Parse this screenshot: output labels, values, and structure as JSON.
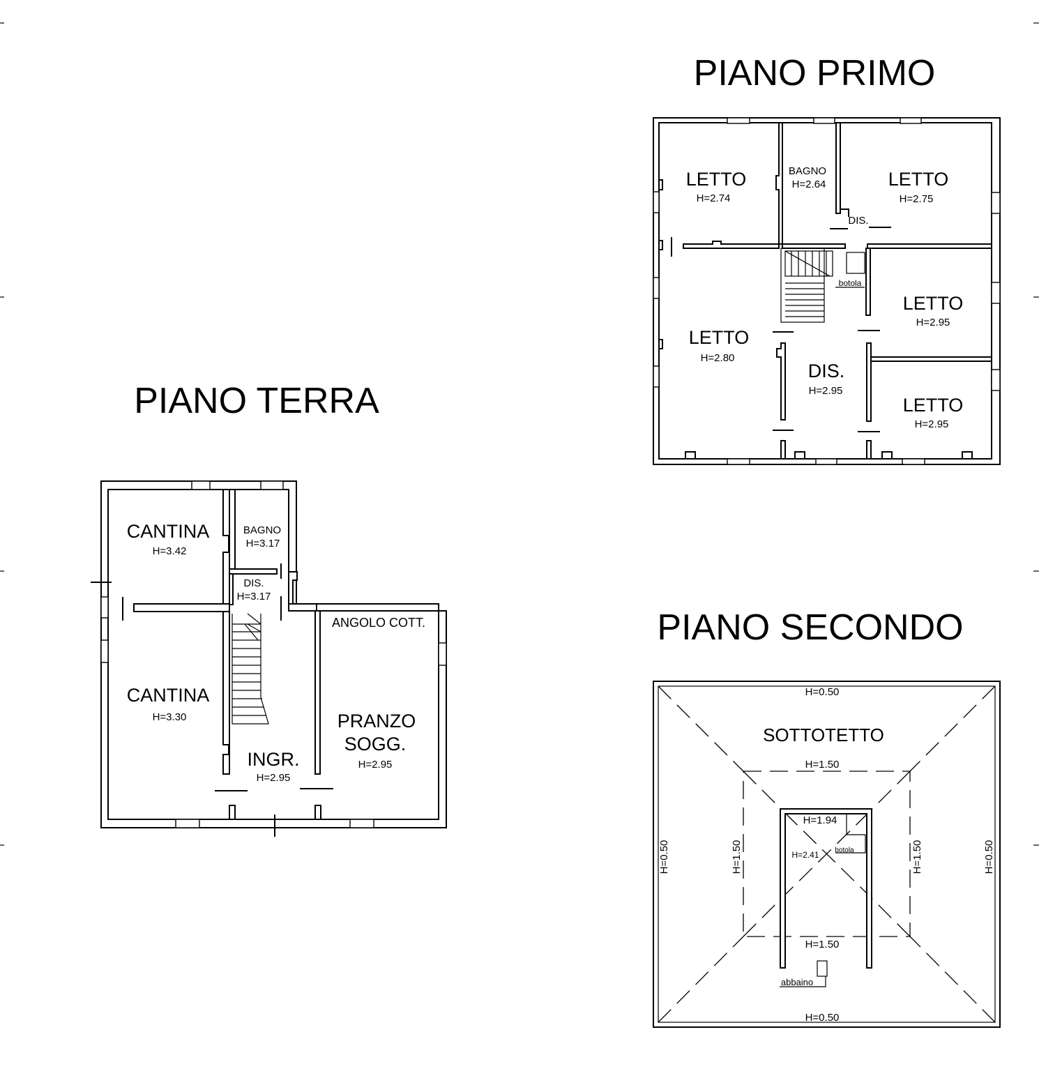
{
  "floors": {
    "terra": {
      "title": "PIANO TERRA",
      "rooms": {
        "cantina_top": {
          "name": "CANTINA",
          "height": "H=3.42"
        },
        "bagno": {
          "name": "BAGNO",
          "height": "H=3.17"
        },
        "dis": {
          "name": "DIS.",
          "height": "H=3.17"
        },
        "angolo": {
          "name": "ANGOLO COTT."
        },
        "cantina_bottom": {
          "name": "CANTINA",
          "height": "H=3.30"
        },
        "pranzo": {
          "name_line1": "PRANZO",
          "name_line2": "SOGG.",
          "height": "H=2.95"
        },
        "ingr": {
          "name": "INGR.",
          "height": "H=2.95"
        }
      }
    },
    "primo": {
      "title": "PIANO PRIMO",
      "rooms": {
        "letto_nw": {
          "name": "LETTO",
          "height": "H=2.74"
        },
        "bagno": {
          "name": "BAGNO",
          "height": "H=2.64"
        },
        "letto_ne": {
          "name": "LETTO",
          "height": "H=2.75"
        },
        "dis_small": {
          "name": "DIS."
        },
        "botola": {
          "name": "botola"
        },
        "letto_w": {
          "name": "LETTO",
          "height": "H=2.80"
        },
        "letto_e1": {
          "name": "LETTO",
          "height": "H=2.95"
        },
        "dis": {
          "name": "DIS.",
          "height": "H=2.95"
        },
        "letto_e2": {
          "name": "LETTO",
          "height": "H=2.95"
        }
      }
    },
    "secondo": {
      "title": "PIANO SECONDO",
      "room": "SOTTOTETTO",
      "heights": {
        "outer_top": "H=0.50",
        "outer_bottom": "H=0.50",
        "outer_left": "H=0.50",
        "outer_right": "H=0.50",
        "mid_top": "H=1.50",
        "mid_bottom": "H=1.50",
        "mid_left": "H=1.50",
        "mid_right": "H=1.50",
        "inner_top": "H=1.94",
        "inner_center": "H=2.41"
      },
      "labels": {
        "botola": "botola",
        "abbaino": "abbaino"
      }
    }
  }
}
